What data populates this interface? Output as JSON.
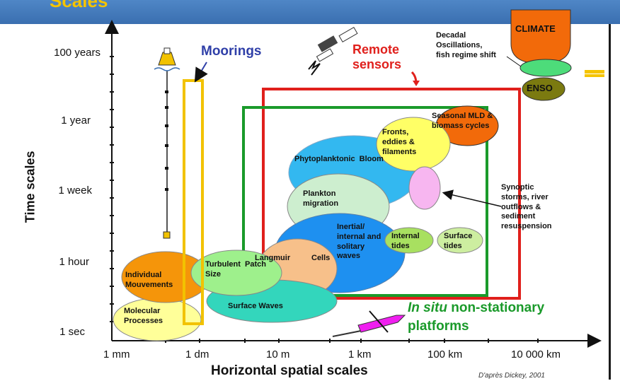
{
  "header": {
    "title": "Scales",
    "accent": "#f5c400",
    "bar_color": "#4a80c2"
  },
  "axes": {
    "y_label": "Time scales",
    "x_label": "Horizontal spatial scales",
    "y_ticks": [
      "100 years",
      "1 year",
      "1 week",
      "1 hour",
      "1 sec"
    ],
    "x_ticks": [
      "1 mm",
      "1 dm",
      "10 m",
      "1 km",
      "100 km",
      "10 000 km"
    ]
  },
  "labels": {
    "moorings": "Moorings",
    "remote_sensors": "Remote\nsensors",
    "in_situ": "In situ",
    "non_stationary": " non-stationary",
    "platforms": "platforms",
    "climate": "CLIMATE",
    "enso": "ENSO",
    "decadal": "Decadal\nOscillations,\nfish regime shift",
    "seasonal": "Seasonal MLD &\nbiomass cycles",
    "fronts": "Fronts,\neddies &\nfilaments",
    "synoptic": "Synoptic\nstorms, river\noutflows &\nsediment\nresuspension",
    "phyto": "Phytoplanktonic  Bloom",
    "plankton_migration": "Plankton\nmigration",
    "inertial": "Inertial/\ninternal and\nsolitary\nwaves",
    "internal_tides": "Internal\ntides",
    "surface_tides": "Surface\ntides",
    "langmuir": "Langmuir",
    "cells": "Cells",
    "turbulent": "Turbulent  Patch\nSize",
    "individual": "Individual\nMouvements",
    "molecular": "Molecular\nProcesses",
    "surface_waves": "Surface Waves",
    "credit": "D'après Dickey, 2001"
  },
  "colors": {
    "remote_box": "#e0201c",
    "insitu_box": "#1a9a2a",
    "moorings_box": "#f2c200",
    "moorings_text": "#2f3fa8",
    "remote_text": "#e0201c",
    "insitu_text": "#1a9a2a"
  },
  "icons": [
    "buoy-icon",
    "satellite-icon",
    "glider-icon"
  ]
}
